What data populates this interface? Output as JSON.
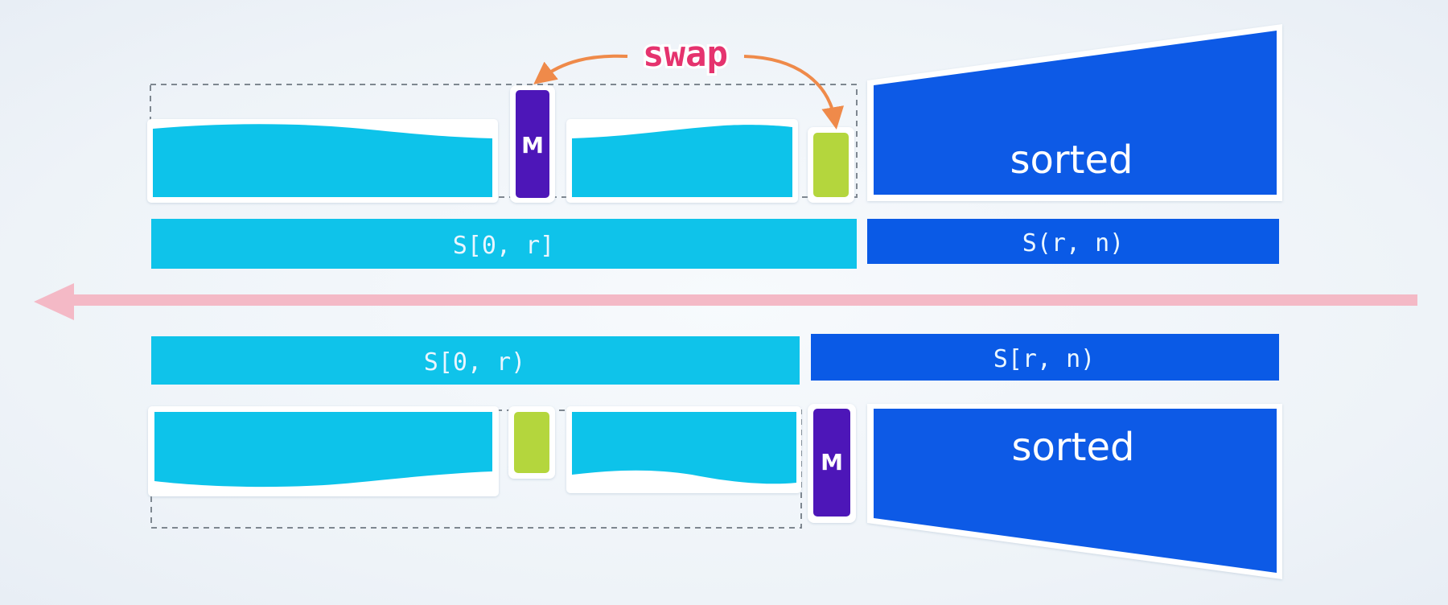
{
  "colors": {
    "background": "#eef3f8",
    "unsorted_fill": "#0fc3ea",
    "sorted_fill": "#0a5ae6",
    "max_element": "#4d16b8",
    "swap_target": "#b4d63c",
    "swap_label": "#e5336e",
    "swap_arrow": "#ef8a4a",
    "direction_arrow": "#f4b9c6",
    "range_label_text": "#eaf6ff"
  },
  "top_row": {
    "swap_label": "swap",
    "max_label": "M",
    "sorted_label": "sorted",
    "left_range_label": "S[0, r]",
    "right_range_label": "S(r, n)"
  },
  "direction_arrow": {
    "direction": "right-to-left",
    "icon": "left-arrow-icon"
  },
  "bottom_row": {
    "max_label": "M",
    "sorted_label": "sorted",
    "left_range_label": "S[0, r)",
    "right_range_label": "S[r, n)"
  }
}
